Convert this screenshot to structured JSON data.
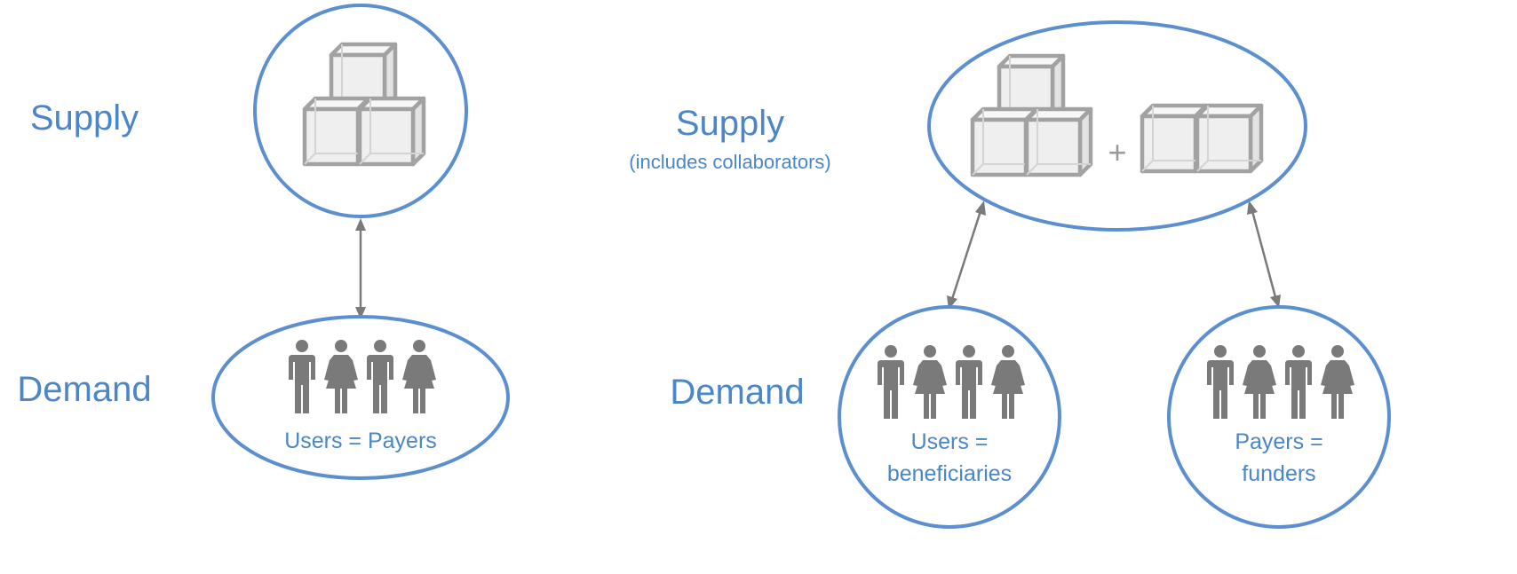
{
  "left": {
    "supply_label": "Supply",
    "demand_label": "Demand",
    "demand_text": "Users = Payers"
  },
  "right": {
    "supply_label": "Supply",
    "supply_sub": "(includes collaborators)",
    "plus": "+",
    "demand_label": "Demand",
    "users_line1": "Users =",
    "users_line2": "beneficiaries",
    "payers_line1": "Payers =",
    "payers_line2": "funders"
  },
  "colors": {
    "label_blue": "#4a86c8",
    "ring_blue": "#5b8fd0",
    "icon_gray": "#7a7a7a",
    "cube_gray": "#a2a2a2"
  },
  "icons": [
    "cube-icon",
    "person-male-icon",
    "person-female-icon",
    "double-arrow-icon"
  ]
}
